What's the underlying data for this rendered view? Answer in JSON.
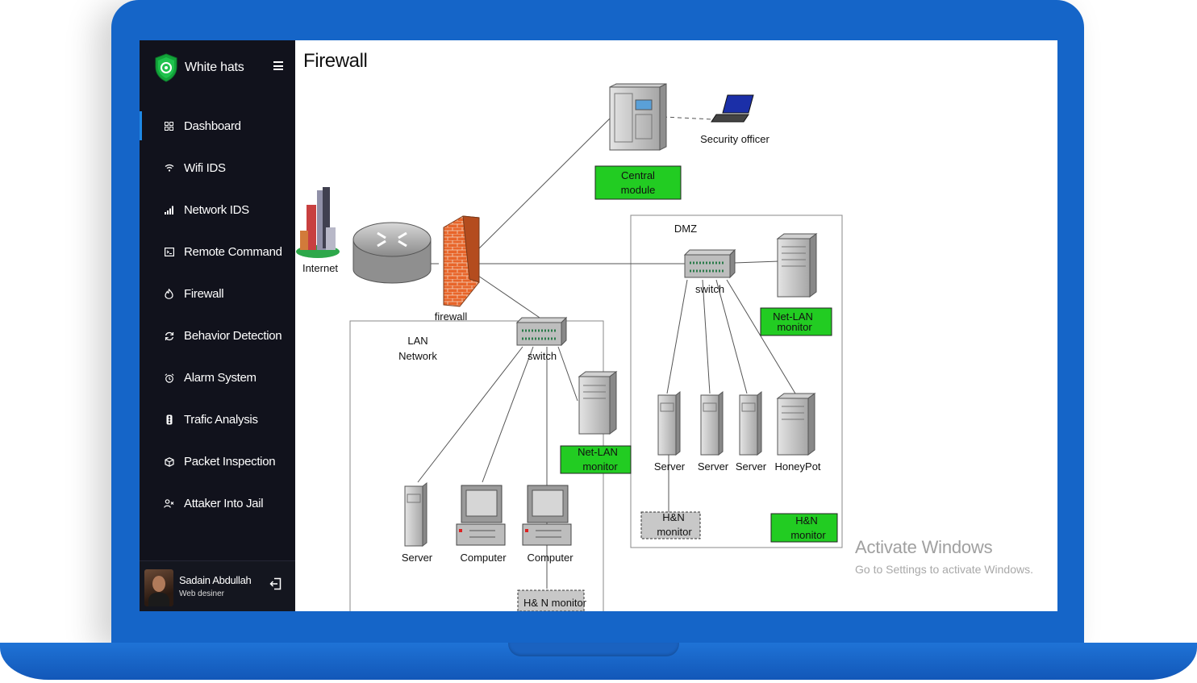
{
  "app": {
    "name": "White hats"
  },
  "sidebar": {
    "items": [
      {
        "label": "Dashboard",
        "icon": "grid-icon",
        "active": true
      },
      {
        "label": "Wifi IDS",
        "icon": "wifi-icon",
        "active": false
      },
      {
        "label": "Network IDS",
        "icon": "signal-bars-icon",
        "active": false
      },
      {
        "label": "Remote Command",
        "icon": "terminal-icon",
        "active": false
      },
      {
        "label": "Firewall",
        "icon": "flame-icon",
        "active": false
      },
      {
        "label": "Behavior Detection",
        "icon": "refresh-icon",
        "active": false
      },
      {
        "label": "Alarm System",
        "icon": "alarm-clock-icon",
        "active": false
      },
      {
        "label": "Trafic Analysis",
        "icon": "traffic-light-icon",
        "active": false
      },
      {
        "label": "Packet Inspection",
        "icon": "package-icon",
        "active": false
      },
      {
        "label": "Attaker Into Jail",
        "icon": "user-x-icon",
        "active": false
      }
    ]
  },
  "user": {
    "name": "Sadain Abdullah",
    "role": "Web desiner"
  },
  "page": {
    "title": "Firewall"
  },
  "diagram": {
    "central": {
      "line1": "Central",
      "line2": "module"
    },
    "security_officer": "Security officer",
    "internet": "Internet",
    "firewall": "firewall",
    "dmz": "DMZ",
    "lan": {
      "line1": "LAN",
      "line2": "Network"
    },
    "switch": "switch",
    "netlan": {
      "line1": "Net-LAN",
      "line2": "monitor"
    },
    "hn": {
      "line1": "H&N",
      "line2": "monitor"
    },
    "hn_lan": "H& N monitor",
    "server": "Server",
    "computer": "Computer",
    "honeypot": "HoneyPot"
  },
  "watermark": {
    "title": "Activate Windows",
    "subtitle": "Go to Settings to activate Windows."
  },
  "colors": {
    "frame": "#1565c8",
    "sidebar": "#11121c",
    "monitor_box": "#22cc22",
    "accent": "#1e88e5"
  }
}
